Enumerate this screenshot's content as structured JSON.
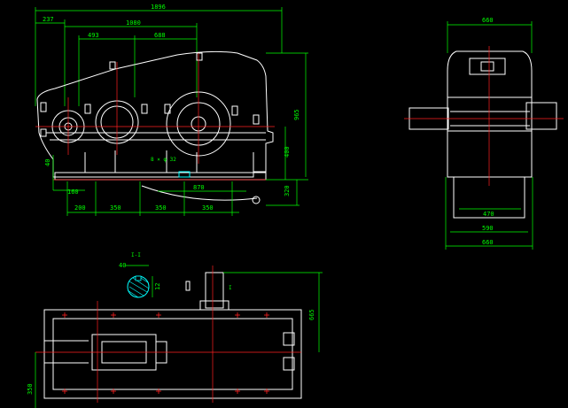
{
  "colors": {
    "background": "#000000",
    "outline": "#ffffff",
    "dimension": "#00ff00",
    "centerline": "#ff2020",
    "hatch": "#00ffff"
  },
  "front_view": {
    "dims": {
      "overall_width": "1896",
      "input_offset": "237",
      "gear_span": "1080",
      "stage1": "493",
      "stage2": "688",
      "total_height": "965",
      "shaft_height": "400",
      "base_height": "320",
      "flange": "40",
      "foot_w": "160",
      "foot_a": "200",
      "foot_b": "350",
      "foot_c": "350",
      "foot_d": "350",
      "span_870": "870"
    },
    "bolt_note": "8 × φ 32"
  },
  "side_view": {
    "dims": {
      "top_width": "660",
      "base_width": "660",
      "inner_470": "470",
      "inner_590": "590"
    }
  },
  "shaft_section": {
    "keyway": "12",
    "diameter": "40",
    "label": "I-I"
  },
  "top_view": {
    "dims": {
      "height": "665",
      "left": "350"
    },
    "section_mark": "I"
  }
}
